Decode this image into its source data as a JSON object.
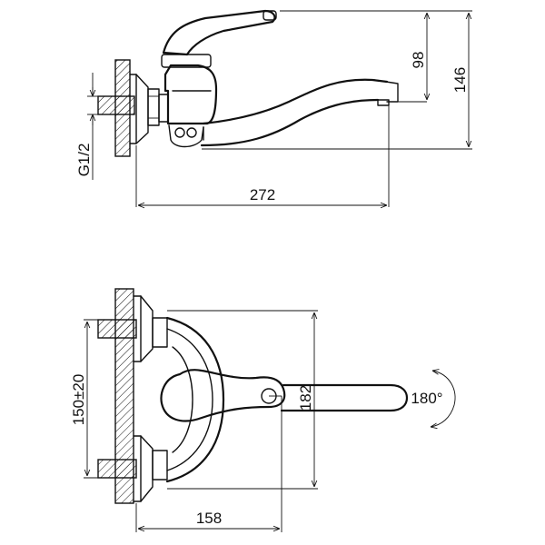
{
  "dimensions": {
    "spout_height": "98",
    "total_height": "146",
    "spout_length": "272",
    "thread": "G1/2",
    "centers": "150±20",
    "handle_length": "182",
    "depth": "158",
    "rotation": "180°"
  }
}
